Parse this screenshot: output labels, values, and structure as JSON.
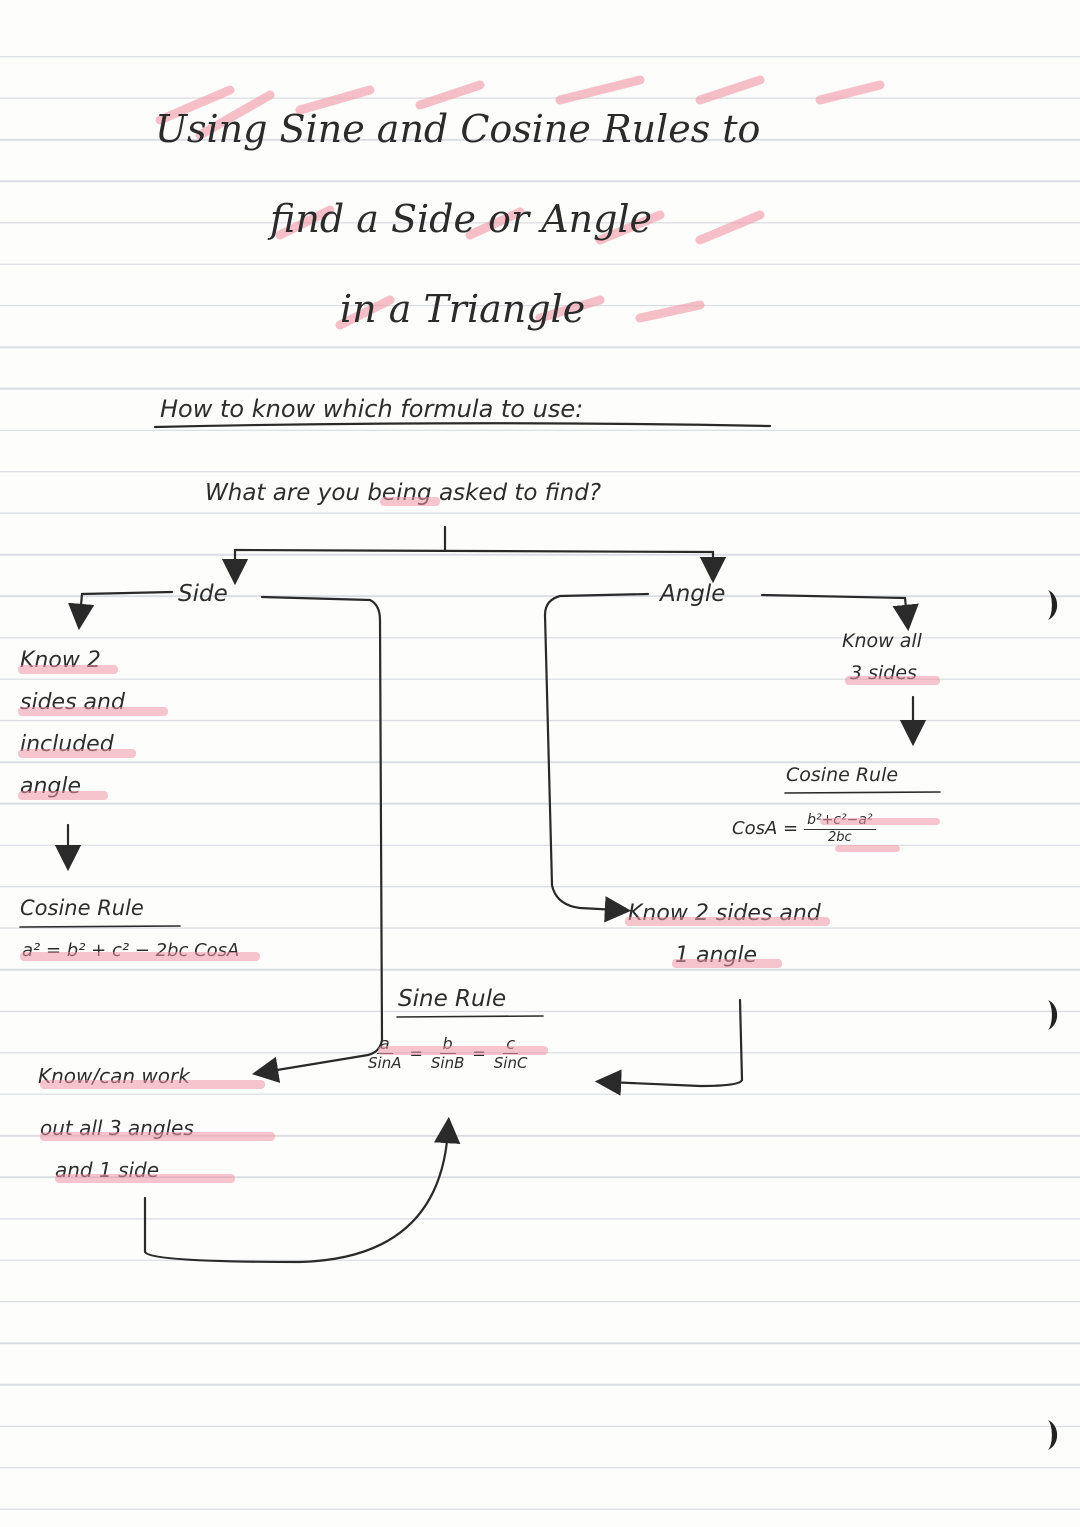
{
  "title": {
    "line1": "Using Sine and Cosine Rules to",
    "line2": "find a Side or Angle",
    "line3": "in a Triangle"
  },
  "subtitle": "How to know which formula to use:",
  "question": "What are you being asked to find?",
  "branches": {
    "side": {
      "label": "Side",
      "case1": {
        "line1": "Know 2",
        "line2": "sides and",
        "line3": "included",
        "line4": "angle",
        "rule": "Cosine Rule",
        "formula": "a² = b² + c² − 2bc CosA"
      },
      "case2": {
        "line1": "Know/can work",
        "line2": "out all 3 angles",
        "line3": "and 1 side"
      }
    },
    "angle": {
      "label": "Angle",
      "case1": {
        "line1": "Know all",
        "line2": "3 sides",
        "rule": "Cosine Rule",
        "formula_lhs": "CosA =",
        "formula_num": "b²+c²−a²",
        "formula_den": "2bc"
      },
      "case2": {
        "line1": "Know 2 sides and",
        "line2": "1 angle"
      }
    }
  },
  "sine_rule": {
    "label": "Sine Rule",
    "terms": [
      {
        "num": "a",
        "den": "SinA"
      },
      {
        "num": "b",
        "den": "SinB"
      },
      {
        "num": "c",
        "den": "SinC"
      }
    ],
    "equals": "="
  },
  "colors": {
    "ink": "#2a2a2a",
    "highlight": "#f196a5",
    "ruled_line": "#d9dde3"
  }
}
